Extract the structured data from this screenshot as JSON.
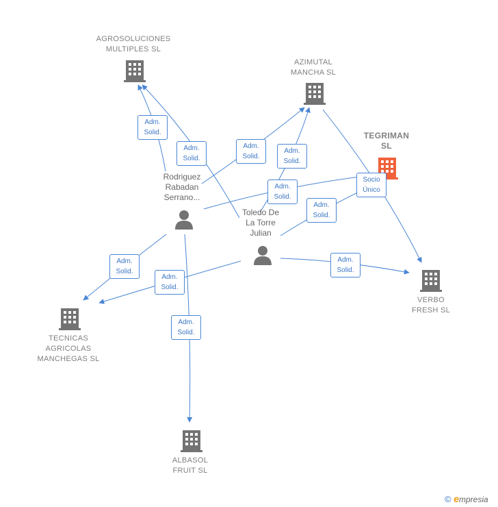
{
  "companies": [
    {
      "id": "agro",
      "label": "AGROSOLUCIONES\nMULTIPLES SL",
      "icon": "building-icon"
    },
    {
      "id": "azimutal",
      "label": "AZIMUTAL\nMANCHA  SL",
      "icon": "building-icon"
    },
    {
      "id": "tegriman",
      "label": "TEGRIMAN\nSL",
      "icon": "building-icon",
      "highlight": true
    },
    {
      "id": "verbo",
      "label": "VERBO\nFRESH  SL",
      "icon": "building-icon"
    },
    {
      "id": "tecnicas",
      "label": "TECNICAS\nAGRICOLAS\nMANCHEGAS SL",
      "icon": "building-icon"
    },
    {
      "id": "albasol",
      "label": "ALBASOL\nFRUIT  SL",
      "icon": "building-icon"
    }
  ],
  "people": [
    {
      "id": "rodriguez",
      "label": "Rodriguez\nRabadan\nSerrano...",
      "icon": "person-icon"
    },
    {
      "id": "toledo",
      "label": "Toledo De\nLa Torre\nJulian",
      "icon": "person-icon"
    }
  ],
  "edge_labels": {
    "adm": "Adm.\nSolid.",
    "socio": "Socio\nÚnico"
  },
  "colors": {
    "edge": "#4a86d4",
    "node_gray": "#737373",
    "highlight": "#f0623a"
  },
  "footer": {
    "copyright_symbol": "©",
    "brand_first": "e",
    "brand_rest": "mpresia"
  }
}
